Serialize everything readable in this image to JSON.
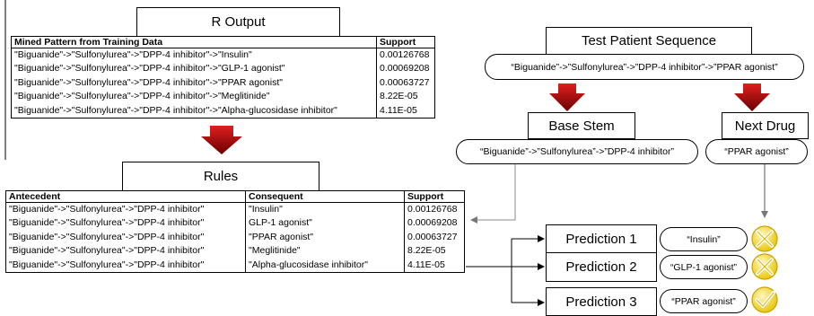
{
  "r_output": {
    "title": "R Output",
    "headers": [
      "Mined Pattern from Training Data",
      "Support"
    ],
    "rows": [
      [
        "\"Biguanide\"->\"Sulfonylurea\"->\"DPP-4 inhibitor\"->\"Insulin\"",
        "0.00126768"
      ],
      [
        "\"Biguanide\"->\"Sulfonylurea\"->\"DPP-4 inhibitor\"->\"GLP-1 agonist\"",
        "0.00069208"
      ],
      [
        "\"Biguanide\"->\"Sulfonylurea\"->\"DPP-4 inhibitor\"->\"PPAR agonist\"",
        "0.00063727"
      ],
      [
        "\"Biguanide\"->\"Sulfonylurea\"->\"DPP-4 inhibitor\"->\"Meglitinide\"",
        "8.22E-05"
      ],
      [
        "\"Biguanide\"->\"Sulfonylurea\"->\"DPP-4 inhibitor\"->\"Alpha-glucosidase inhibitor\"",
        "4.11E-05"
      ]
    ]
  },
  "rules": {
    "title": "Rules",
    "headers": [
      "Antecedent",
      "Consequent",
      "Support"
    ],
    "rows": [
      [
        "\"Biguanide\"->\"Sulfonylurea\"->\"DPP-4 inhibitor\"",
        "\"Insulin\"",
        "0.00126768"
      ],
      [
        "\"Biguanide\"->\"Sulfonylurea\"->\"DPP-4 inhibitor\"",
        "GLP-1 agonist\"",
        "0.00069208"
      ],
      [
        "\"Biguanide\"->\"Sulfonylurea\"->\"DPP-4 inhibitor\"",
        "\"PPAR agonist\"",
        "0.00063727"
      ],
      [
        "\"Biguanide\"->\"Sulfonylurea\"->\"DPP-4 inhibitor\"",
        "\"Meglitinide\"",
        "8.22E-05"
      ],
      [
        "\"Biguanide\"->\"Sulfonylurea\"->\"DPP-4 inhibitor\"",
        "\"Alpha-glucosidase inhibitor\"",
        "4.11E-05"
      ]
    ]
  },
  "test_patient": {
    "title": "Test Patient Sequence",
    "sequence": "“Biguanide”->”Sulfonylurea”->”DPP-4 inhibitor”->”PPAR agonist”"
  },
  "base_stem": {
    "title": "Base Stem",
    "value": "“Biguanide”->”Sulfonylurea”->”DPP-4 inhibitor”"
  },
  "next_drug": {
    "title": "Next Drug",
    "value": "“PPAR agonist”"
  },
  "predictions": [
    {
      "label": "Prediction 1",
      "value": "“Insulin”",
      "result_icon": "cross-icon",
      "correct": false
    },
    {
      "label": "Prediction 2",
      "value": "“GLP-1 agonist”",
      "result_icon": "cross-icon",
      "correct": false
    },
    {
      "label": "Prediction 3",
      "value": "“PPAR agonist”",
      "result_icon": "check-icon",
      "correct": true
    }
  ],
  "colors": {
    "arrow_red": "#c00000",
    "arrow_dark": "#5a0000",
    "icon_yellow": "#f2d200",
    "connector_gray": "#9a9a9a"
  }
}
